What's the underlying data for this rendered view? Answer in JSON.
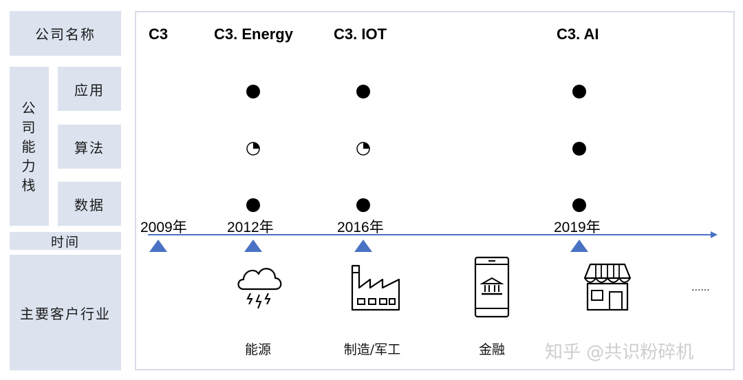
{
  "rows": {
    "company_name": "公司名称",
    "capability_stack": [
      "公",
      "司",
      "能",
      "力",
      "栈"
    ],
    "application": "应用",
    "algorithm": "算法",
    "data": "数据",
    "time": "时间",
    "industries": "主要客户行业"
  },
  "companies": [
    {
      "name": "C3",
      "year": "2009年",
      "application": "none",
      "algorithm": "none",
      "data": "none"
    },
    {
      "name": "C3. Energy",
      "year": "2012年",
      "application": "full",
      "algorithm": "quarter",
      "data": "full"
    },
    {
      "name": "C3. IOT",
      "year": "2016年",
      "application": "full",
      "algorithm": "quarter",
      "data": "full"
    },
    {
      "name": "C3. AI",
      "year": "2019年",
      "application": "full",
      "algorithm": "full",
      "data": "full"
    }
  ],
  "industries": [
    {
      "label": "能源",
      "icon": "storm-cloud-icon"
    },
    {
      "label": "制造/军工",
      "icon": "factory-icon"
    },
    {
      "label": "金融",
      "icon": "bank-phone-icon"
    },
    {
      "label": "",
      "icon": "store-icon"
    },
    {
      "label": "......",
      "icon": "ellipsis"
    }
  ],
  "watermark": "知乎 @共识粉碎机",
  "colors": {
    "label_bg": "#dce3ef",
    "accent": "#4a72c4"
  }
}
